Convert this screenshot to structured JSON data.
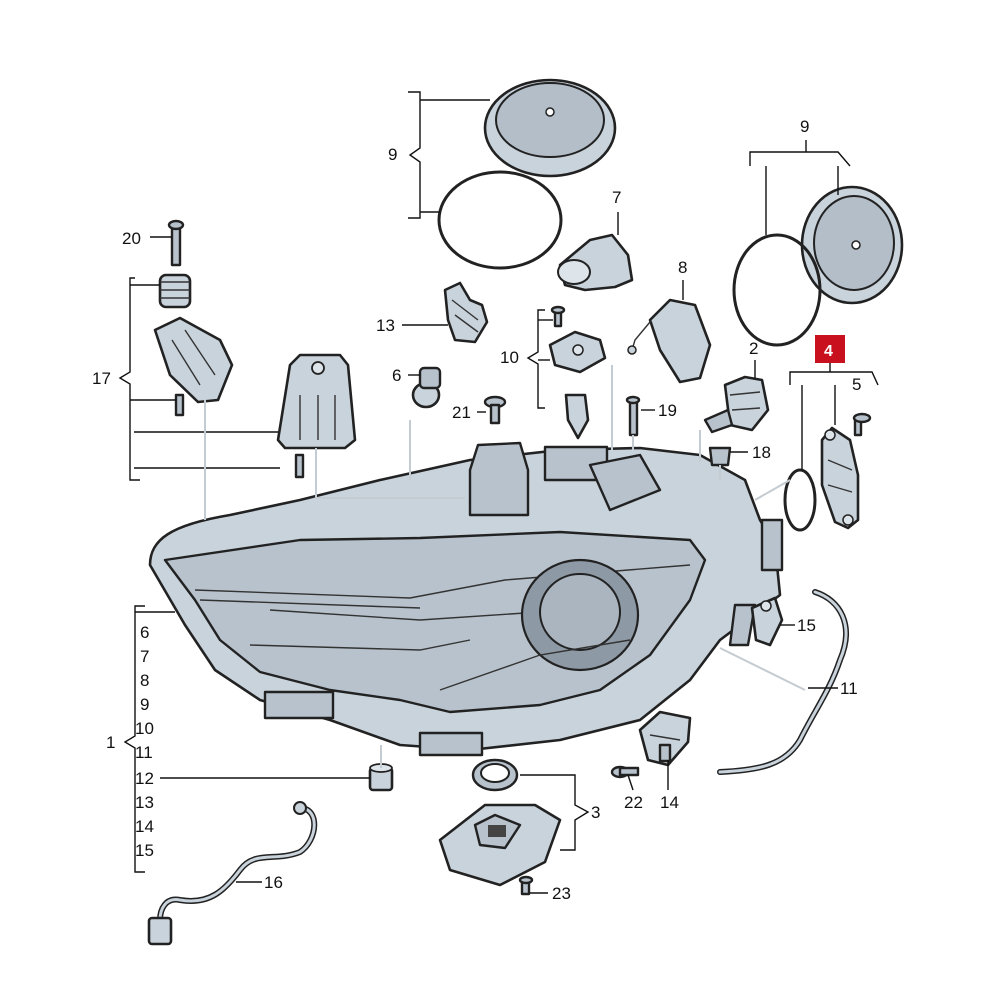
{
  "highlight_color": "#c8101e",
  "part_fill": "#c9d3dc",
  "callouts": {
    "c9_left": "9",
    "c9_right": "9",
    "c7": "7",
    "c8": "8",
    "c20": "20",
    "c17": "17",
    "c13": "13",
    "c10": "10",
    "c6": "6",
    "c21": "21",
    "c19": "19",
    "c2": "2",
    "c4": "4",
    "c5": "5",
    "c18": "18",
    "c15": "15",
    "c11": "11",
    "c22": "22",
    "c14": "14",
    "c3": "3",
    "c23": "23",
    "c16": "16",
    "c1": "1"
  },
  "group1_list": [
    "6",
    "7",
    "8",
    "9",
    "10",
    "11",
    "12",
    "13",
    "14",
    "15"
  ]
}
